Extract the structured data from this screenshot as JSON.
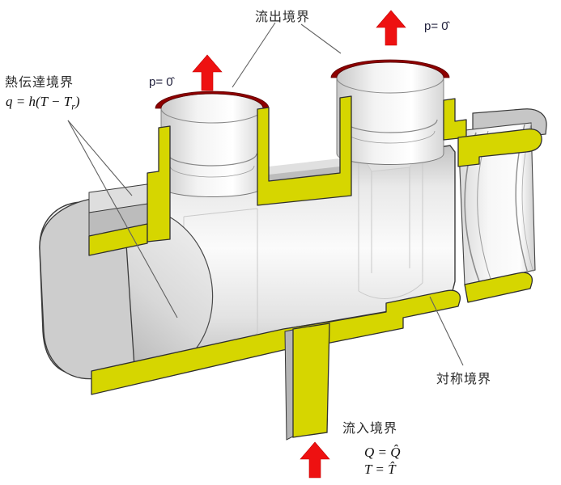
{
  "diagram": {
    "type": "3d-cutaway-pipe-boundary-conditions",
    "labels": {
      "outflow": {
        "text": "流出境界"
      },
      "outlet_pressure_left": {
        "text": "p= 0̂"
      },
      "outlet_pressure_right": {
        "text": "p= 0̂"
      },
      "heat": {
        "title": "熱伝達境界",
        "formula_pre": "q = h(T − T",
        "formula_sub": "r",
        "formula_post": ")"
      },
      "symmetry": {
        "text": "対称境界"
      },
      "inflow": {
        "title": "流入境界",
        "flow_eq": "Q = Q̂",
        "temp_eq": "T = T̂"
      }
    },
    "icons": [
      "up-arrow-left-outlet",
      "up-arrow-right-outlet",
      "up-arrow-inlet"
    ],
    "colors": {
      "cut_surface_yellow": "#d6d600",
      "outflow_rim_red": "#8e0000",
      "flow_arrow_red": "#ee1111",
      "pipe_gray": "#e8e8e8",
      "text": "#2b2b2b"
    }
  }
}
